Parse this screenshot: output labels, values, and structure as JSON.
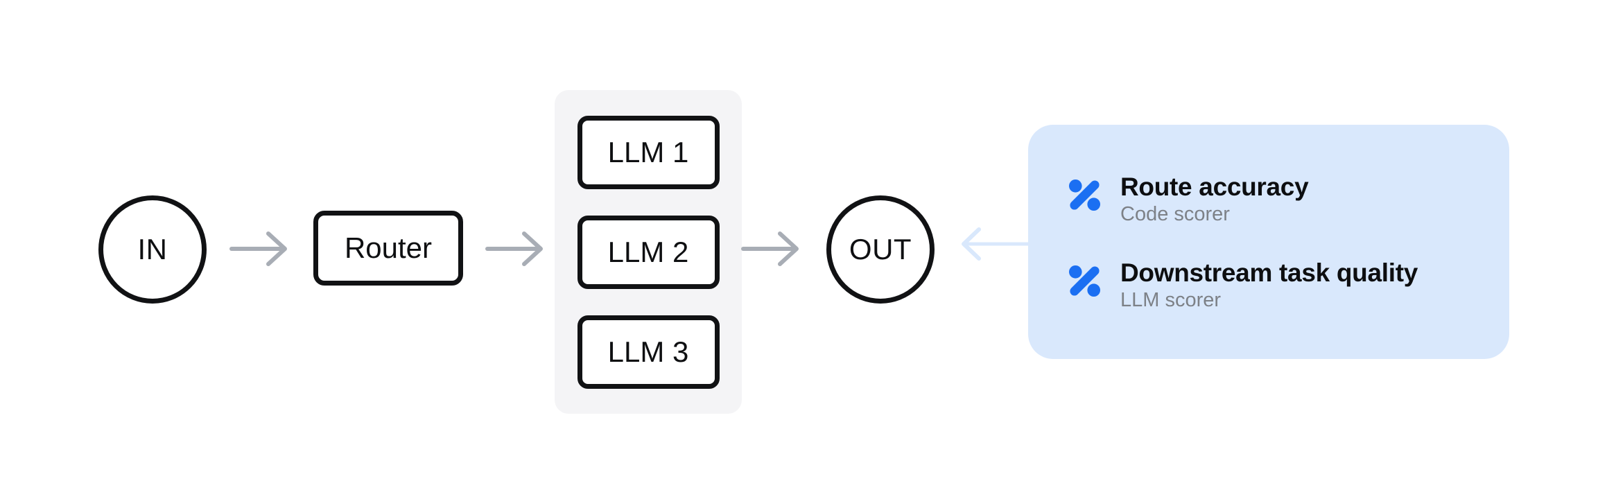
{
  "diagram": {
    "type": "flow",
    "description": "LLM routing pipeline with evaluation scorers",
    "nodes": {
      "input_label": "IN",
      "router_label": "Router",
      "llms": [
        "LLM 1",
        "LLM 2",
        "LLM 3"
      ],
      "output_label": "OUT"
    },
    "edges": [
      {
        "from": "IN",
        "to": "Router"
      },
      {
        "from": "Router",
        "to": "LLM group"
      },
      {
        "from": "LLM group",
        "to": "OUT"
      },
      {
        "from": "Scorers callout",
        "to": "OUT"
      }
    ],
    "scorers": {
      "items": [
        {
          "title": "Route accuracy",
          "subtitle": "Code scorer",
          "icon": "percent-scorer-icon"
        },
        {
          "title": "Downstream task quality",
          "subtitle": "LLM scorer",
          "icon": "percent-scorer-icon"
        }
      ]
    }
  },
  "colors": {
    "accent_blue": "#1b6ff2",
    "callout_bg": "#d9e8fc",
    "arrow_gray": "#a8adb5",
    "arrow_light": "#d9e8fc",
    "container_bg": "#f4f4f6",
    "node_border": "#111214",
    "subtitle_gray": "#7d8187",
    "ink": "#0e0f11",
    "bg": "#ffffff"
  }
}
